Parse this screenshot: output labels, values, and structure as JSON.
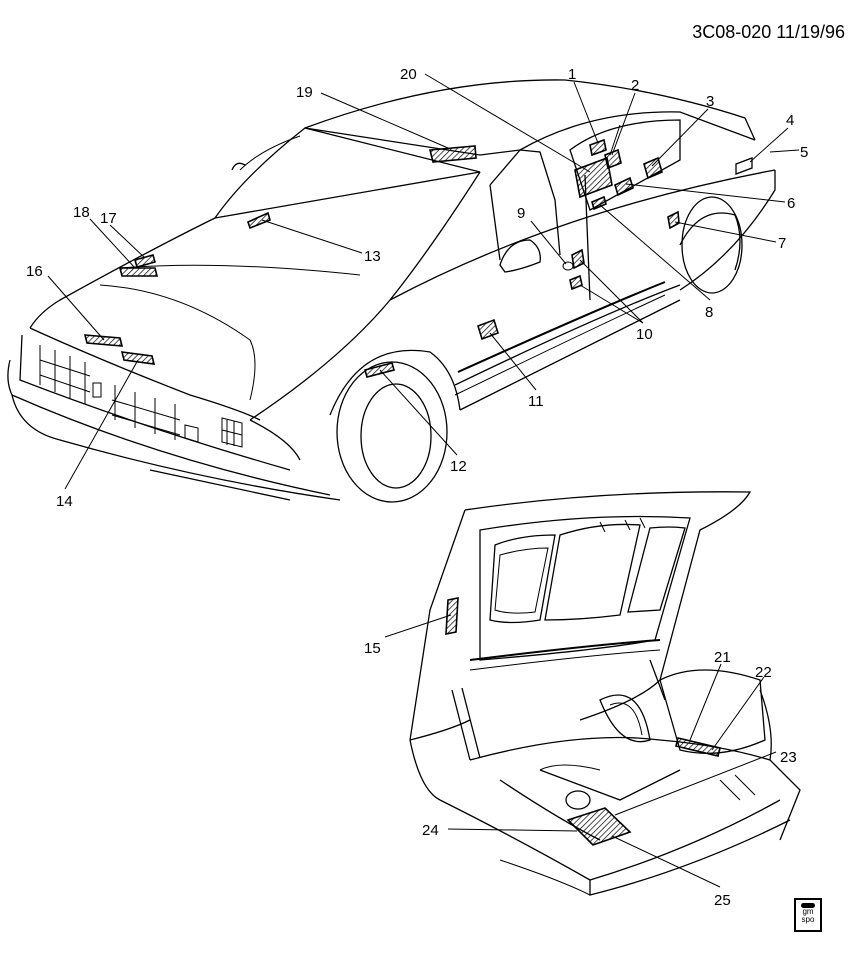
{
  "header": {
    "code": "3C08-020 11/19/96"
  },
  "logo": {
    "line1": "gm",
    "line2": "spo"
  },
  "callouts": [
    {
      "n": "1"
    },
    {
      "n": "2"
    },
    {
      "n": "3"
    },
    {
      "n": "4"
    },
    {
      "n": "5"
    },
    {
      "n": "6"
    },
    {
      "n": "7"
    },
    {
      "n": "8"
    },
    {
      "n": "9"
    },
    {
      "n": "10"
    },
    {
      "n": "11"
    },
    {
      "n": "12"
    },
    {
      "n": "13"
    },
    {
      "n": "14"
    },
    {
      "n": "15"
    },
    {
      "n": "16"
    },
    {
      "n": "17"
    },
    {
      "n": "18"
    },
    {
      "n": "19"
    },
    {
      "n": "20"
    },
    {
      "n": "21"
    },
    {
      "n": "22"
    },
    {
      "n": "23"
    },
    {
      "n": "24"
    },
    {
      "n": "25"
    }
  ]
}
